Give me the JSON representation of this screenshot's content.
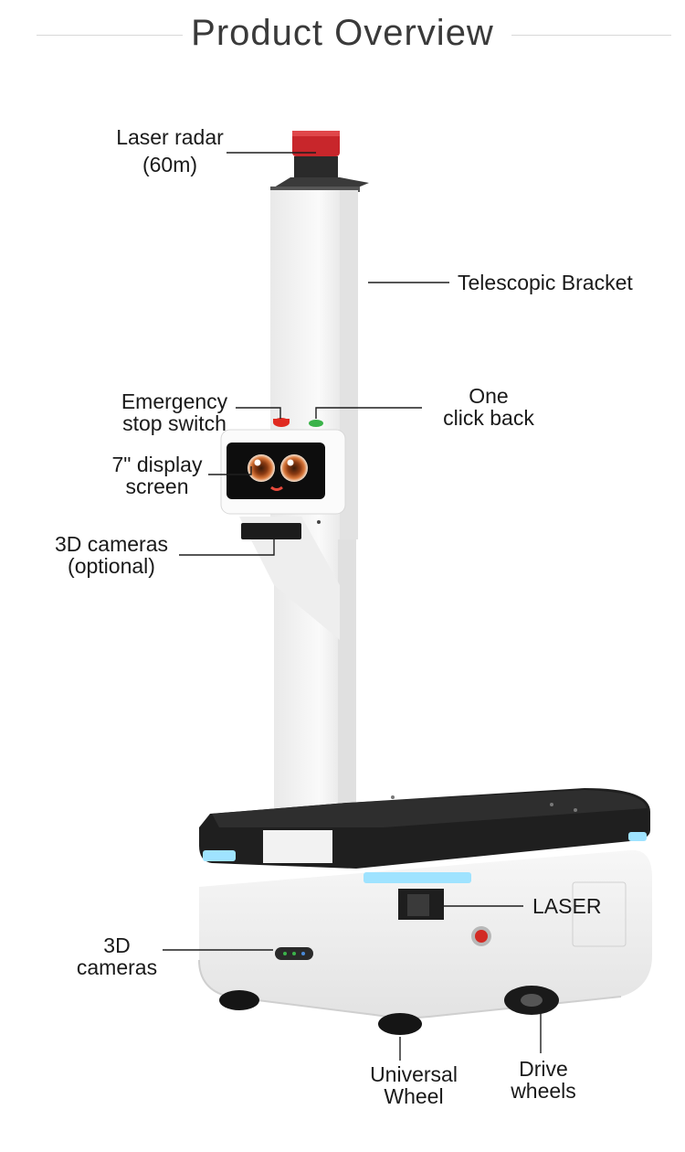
{
  "header": {
    "title": "Product Overview"
  },
  "labels": {
    "laser_radar": {
      "line1": "Laser radar",
      "line2": "(60m)"
    },
    "telescopic_bracket": {
      "line1": "Telescopic Bracket"
    },
    "emergency_stop": {
      "line1": "Emergency",
      "line2": "stop switch"
    },
    "one_click_back": {
      "line1": "One",
      "line2": "click back"
    },
    "display_screen": {
      "line1": "7\" display",
      "line2": "screen"
    },
    "cameras_optional": {
      "line1": "3D cameras",
      "line2": "(optional)"
    },
    "laser": {
      "line1": "LASER"
    },
    "cameras_3d": {
      "line1": "3D",
      "line2": "cameras"
    },
    "universal_wheel": {
      "line1": "Universal",
      "line2": "Wheel"
    },
    "drive_wheels": {
      "line1": "Drive",
      "line2": "wheels"
    }
  },
  "colors": {
    "body_white": "#f4f4f4",
    "deck_black": "#1f1f1f",
    "led_blue": "#9fe3ff",
    "stop_red": "#e02a20",
    "back_green": "#3bb34a",
    "radar_red": "#c8262b"
  }
}
